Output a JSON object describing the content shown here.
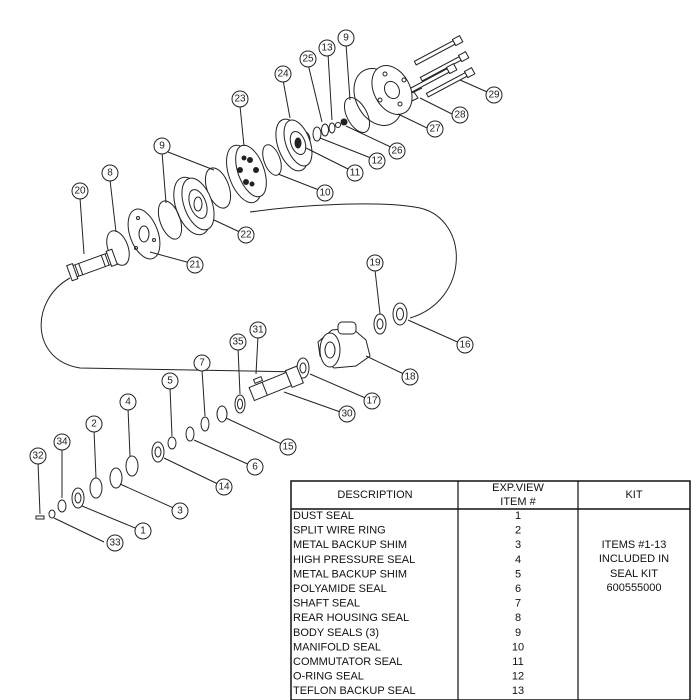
{
  "callouts": [
    "1",
    "2",
    "3",
    "4",
    "5",
    "6",
    "7",
    "8",
    "9",
    "9",
    "10",
    "11",
    "12",
    "13",
    "14",
    "15",
    "16",
    "17",
    "18",
    "19",
    "20",
    "21",
    "22",
    "23",
    "24",
    "25",
    "26",
    "27",
    "28",
    "29",
    "30",
    "31",
    "32",
    "33",
    "34",
    "35"
  ],
  "table": {
    "headers": {
      "description": "DESCRIPTION",
      "exp_view_1": "EXP.VIEW",
      "exp_view_2": "ITEM #",
      "kit": "KIT"
    },
    "rows": [
      {
        "description": "DUST SEAL",
        "item": "1"
      },
      {
        "description": "SPLIT WIRE RING",
        "item": "2"
      },
      {
        "description": "METAL BACKUP SHIM",
        "item": "3"
      },
      {
        "description": "HIGH PRESSURE SEAL",
        "item": "4"
      },
      {
        "description": "METAL BACKUP SHIM",
        "item": "5"
      },
      {
        "description": "POLYAMIDE SEAL",
        "item": "6"
      },
      {
        "description": "SHAFT SEAL",
        "item": "7"
      },
      {
        "description": "REAR HOUSING SEAL",
        "item": "8"
      },
      {
        "description": "BODY SEALS (3)",
        "item": "9"
      },
      {
        "description": "MANIFOLD SEAL",
        "item": "10"
      },
      {
        "description": "COMMUTATOR SEAL",
        "item": "11"
      },
      {
        "description": "O-RING SEAL",
        "item": "12"
      },
      {
        "description": "TEFLON BACKUP SEAL",
        "item": "13"
      }
    ],
    "kit_lines": [
      "ITEMS #1-13",
      "INCLUDED IN",
      "SEAL KIT",
      "600555000"
    ]
  }
}
